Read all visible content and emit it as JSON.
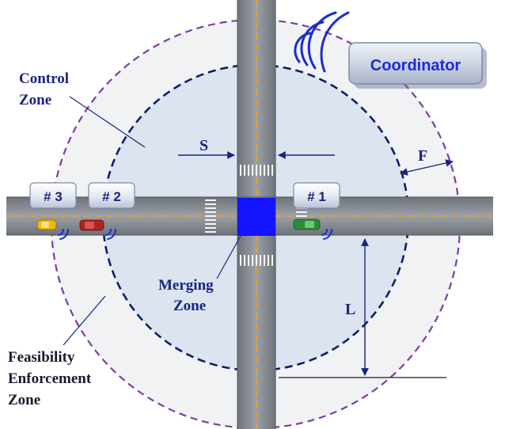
{
  "labels": {
    "coordinator": "Coordinator",
    "control_zone_line1": "Control",
    "control_zone_line2": "Zone",
    "merging_zone_line1": "Merging",
    "merging_zone_line2": "Zone",
    "feasibility_line1": "Feasibility",
    "feasibility_line2": "Enforcement",
    "feasibility_line3": "Zone",
    "dim_s": "S",
    "dim_f": "F",
    "dim_l": "L"
  },
  "vehicles": [
    {
      "tag": "# 3",
      "color": "#f2b705",
      "side": "west"
    },
    {
      "tag": "# 2",
      "color": "#b22222",
      "side": "west"
    },
    {
      "tag": "# 1",
      "color": "#2e8b3a",
      "side": "east"
    }
  ],
  "colors": {
    "road": "#8a8f96",
    "lane_marking": "#f0a020",
    "merging_zone": "#1414ff",
    "control_zone_fill": "#dbe4ef",
    "feasibility_zone_fill": "#f1f2f3",
    "control_zone_border": "#0d1f6b",
    "feasibility_zone_border": "#7b3fa0",
    "signal": "#1c2bd6"
  },
  "icons": {
    "wireless": "wireless-signal-icon",
    "vehicle": "car-icon"
  }
}
